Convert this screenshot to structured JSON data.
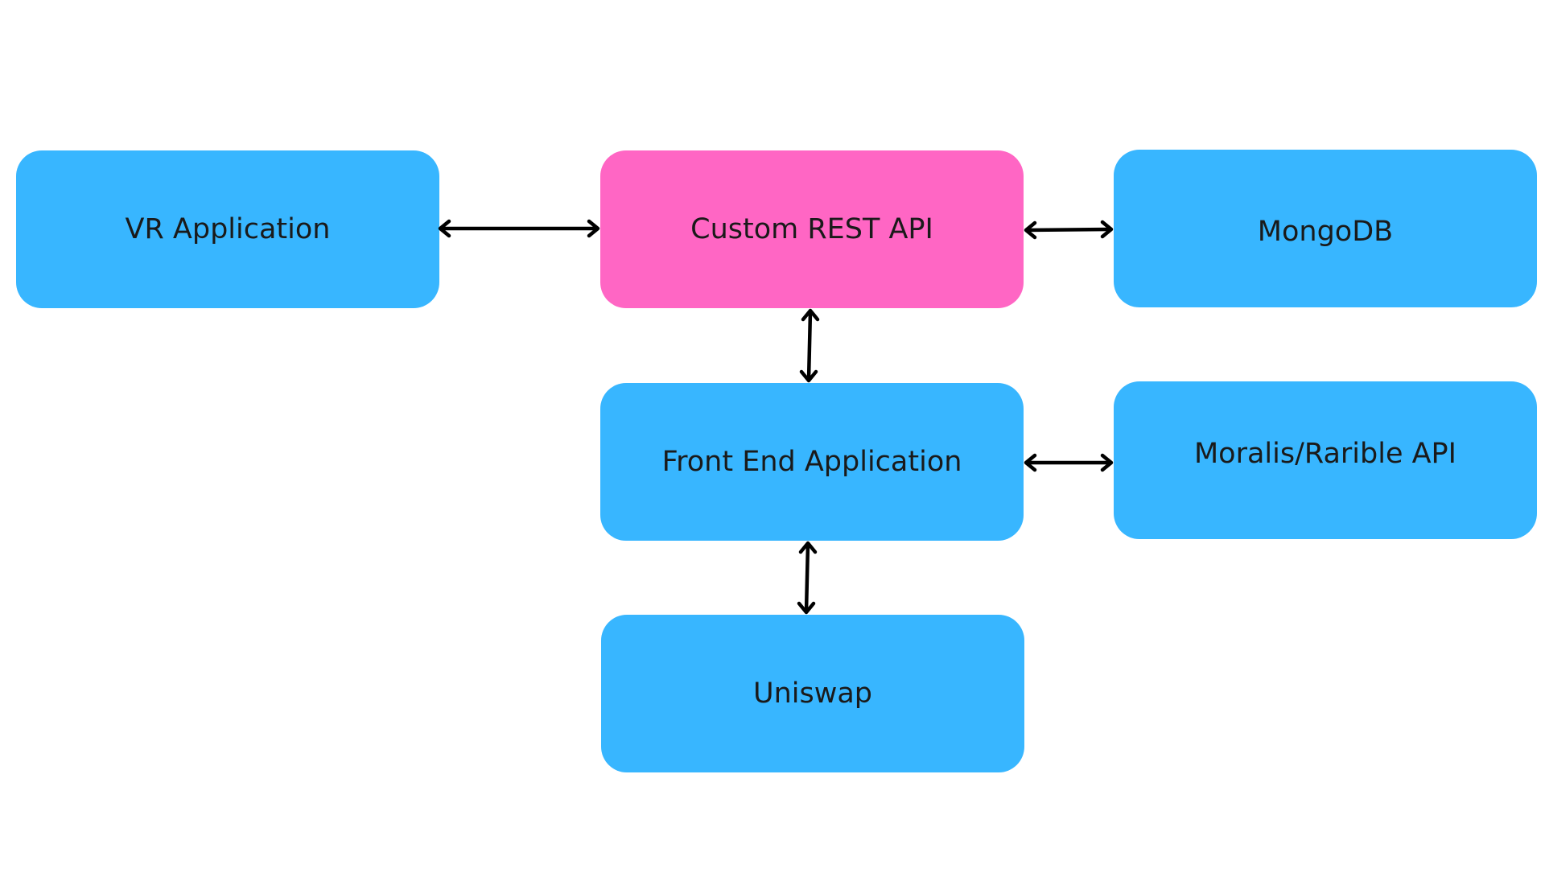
{
  "colors": {
    "default_node": "#38B6FF",
    "highlight_node": "#FF66C4",
    "edge": "#000000",
    "background": "#FFFFFF"
  },
  "nodes": {
    "vr_application": {
      "label": "VR Application"
    },
    "custom_rest_api": {
      "label": "Custom REST API"
    },
    "mongodb": {
      "label": "MongoDB"
    },
    "front_end_application": {
      "label": "Front End Application"
    },
    "moralis_rarible_api": {
      "label": "Moralis/Rarible API"
    },
    "uniswap": {
      "label": "Uniswap"
    }
  },
  "edges": [
    {
      "from": "vr_application",
      "to": "custom_rest_api",
      "direction": "bidirectional"
    },
    {
      "from": "custom_rest_api",
      "to": "mongodb",
      "direction": "bidirectional"
    },
    {
      "from": "custom_rest_api",
      "to": "front_end_application",
      "direction": "bidirectional"
    },
    {
      "from": "front_end_application",
      "to": "moralis_rarible_api",
      "direction": "bidirectional"
    },
    {
      "from": "front_end_application",
      "to": "uniswap",
      "direction": "bidirectional"
    }
  ]
}
